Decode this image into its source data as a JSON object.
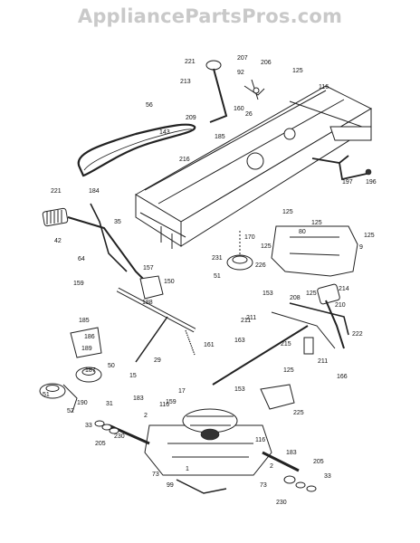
{
  "watermark": "AppliancePartsPros.com",
  "callouts": [
    "221",
    "213",
    "207",
    "206",
    "125",
    "92",
    "116",
    "56",
    "160",
    "26",
    "209",
    "143",
    "185",
    "216",
    "197",
    "196",
    "221",
    "184",
    "35",
    "42",
    "170",
    "125",
    "125",
    "80",
    "125",
    "125",
    "9",
    "231",
    "226",
    "51",
    "64",
    "157",
    "150",
    "159",
    "188",
    "153",
    "208",
    "125",
    "214",
    "210",
    "185",
    "186",
    "189",
    "187",
    "50",
    "51",
    "52",
    "190",
    "31",
    "29",
    "161",
    "163",
    "211",
    "215",
    "222",
    "211",
    "166",
    "15",
    "159",
    "17",
    "153",
    "125",
    "183",
    "116",
    "2",
    "33",
    "205",
    "230",
    "225",
    "116",
    "1",
    "73",
    "99",
    "73",
    "183",
    "2",
    "230",
    "205",
    "33",
    "211"
  ]
}
